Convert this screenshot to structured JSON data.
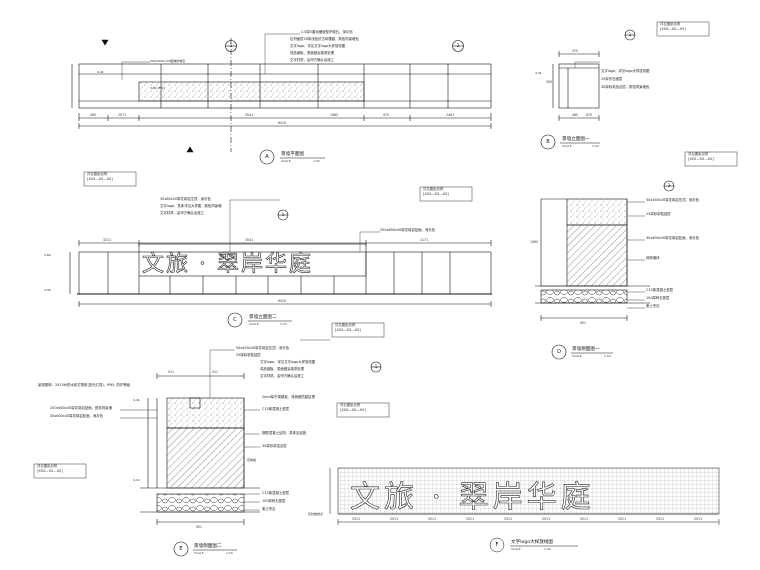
{
  "title_block": {
    "a_title": "景墙平面图",
    "a_id": "A",
    "b_title": "景墙立面图一",
    "b_id": "B",
    "c_title": "景墙立面图二",
    "c_id": "C",
    "d_title": "景墙侧面图一",
    "d_id": "D",
    "e_title": "景墙侧面图二",
    "e_id": "E",
    "f_title": "文字logo大样放线图",
    "f_id": "F",
    "scale_word": "SCALE",
    "scale_value": "1:50"
  },
  "logo": {
    "text_c": "文旅 · 翠岸华庭",
    "text_f": "文旅 · 翠岸华庭"
  },
  "sections": {
    "s1": "1",
    "s2": "2"
  },
  "elev": {
    "e1": "4.41",
    "e2": "3.60 (FW)",
    "e3": "4.41",
    "e4": "3.60",
    "e5": "3.30",
    "e6": "4.41",
    "e7": "4.10"
  },
  "notes_a": [
    "2.5厚5厘米缓坡型护坡石，深灰色",
    "石材面层30厚浅色仿古砖镶嵌，颜色同景墙色",
    "文字logo，详见文字logo大样放线图",
    "成品钢板，表面做氟碳漆处理",
    "文字材质，由甲方确认后施工"
  ],
  "notes_a_left": "200×500×10缓坡护坡石",
  "notes_b": [
    "文字logo，详见logo大样放线图",
    "25厚仿石面层",
    "30厚砂浆结合层，颜色同景墙色"
  ],
  "notes_c": [
    "30x60x50厚花岗岩压顶，深灰色",
    "文字logo，具体详见大样图，颜色同景墙",
    "文字材质，由甲方确认后施工"
  ],
  "notes_c_right": "200x600x30厚花岗岩贴面，深灰色",
  "notes_d": [
    "50x450x30厚花岗岩压顶，深灰色",
    "25厚砂浆粘结层",
    "30x600x30厚花岗岩贴面，深灰色",
    "砖砌墙体",
    "C15素混凝土垫层",
    "100厚碎石垫层",
    "素土夯实"
  ],
  "notes_e_left": [
    "景观照明：2X10W防水射灯照射(投光灯具)，IP65, 防护等级",
    "200x600x30厚花岗岩贴面，颜色同景墙",
    "30x600x30厚花岗岩贴面，深灰色"
  ],
  "notes_e_top": [
    "50x450x30厚花岗岩压顶，深灰色",
    "25厚砂浆粘结层",
    "文字logo，详见文字logo大样放线图",
    "成品钢板，表面做氟碳漆处理",
    "文字材质，由甲方确认后施工"
  ],
  "notes_e_right": [
    "2mm厚不锈钢板，背面做防腐处理",
    "C15素混凝土垫层",
    "钢筋混凝土结构，具体见结施",
    "30厚砂浆结合层",
    "C15素混凝土垫层",
    "100厚碎石垫层",
    "素土夯实"
  ],
  "ref_tags": {
    "r1": "详见图纸另附",
    "r1_code": "[XXX—XX—XX]",
    "r2": "详见图纸另附",
    "r2_code": "[XXX—XX—XX]",
    "r3": "详见图纸另附",
    "r3_code": "[XXX—XX—XX]",
    "r4": "详见图纸另附",
    "r4_code": "[XXX—XX—XX]",
    "r5": "详见图纸另附",
    "r5_code": "[XXX—XX—XX]",
    "r6": "详见图纸另附",
    "r6_code": "[XXX—XX—XX]",
    "r7": "详见图纸另附",
    "r7_code": "[XXX—XX—XX]"
  },
  "dims_a": [
    "400",
    "2071",
    "3041",
    "1960",
    "975",
    "2461",
    "6410"
  ],
  "dims_b": [
    "470",
    "480",
    "300",
    "870"
  ],
  "dims_c": [
    "3211",
    "3041",
    "2171",
    "6410"
  ],
  "dims_d": [
    "951",
    "1060"
  ],
  "dims_e": [
    "511",
    "511",
    "951"
  ],
  "dims_f": [
    "2511",
    "2511",
    "2511",
    "2511",
    "2511",
    "2511",
    "2511",
    "2511",
    "2511",
    "2511"
  ],
  "lbl_e": "花岗岩",
  "lbl_f": "石材放线点"
}
